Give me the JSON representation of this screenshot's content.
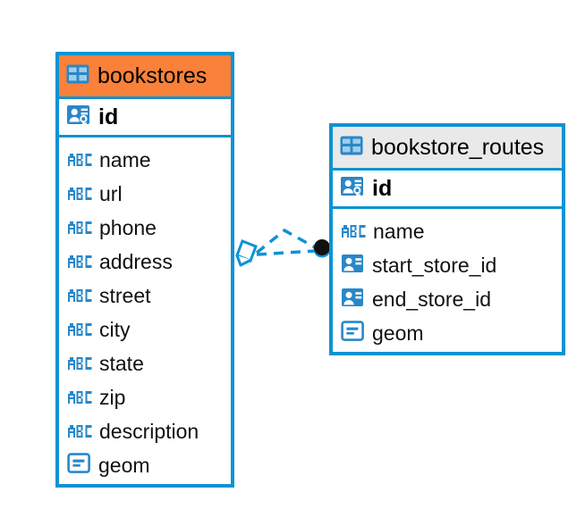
{
  "diagram": {
    "type": "entity-relationship-diagram",
    "background": "#ffffff",
    "accent_color": "#0e93d2",
    "highlight_color": "#f9813a",
    "header_grey": "#e9e9e9"
  },
  "tables": [
    {
      "name": "bookstores",
      "header_style": "orange",
      "table_icon": "table-icon",
      "primary_key": {
        "label": "id",
        "icon": "primary-key-icon"
      },
      "fields": [
        {
          "label": "name",
          "icon": "abc-icon",
          "type": "text"
        },
        {
          "label": "url",
          "icon": "abc-icon",
          "type": "text"
        },
        {
          "label": "phone",
          "icon": "abc-icon",
          "type": "text"
        },
        {
          "label": "address",
          "icon": "abc-icon",
          "type": "text"
        },
        {
          "label": "street",
          "icon": "abc-icon",
          "type": "text"
        },
        {
          "label": "city",
          "icon": "abc-icon",
          "type": "text"
        },
        {
          "label": "state",
          "icon": "abc-icon",
          "type": "text"
        },
        {
          "label": "zip",
          "icon": "abc-icon",
          "type": "text"
        },
        {
          "label": "description",
          "icon": "abc-icon",
          "type": "text"
        },
        {
          "label": "geom",
          "icon": "geometry-icon",
          "type": "geometry"
        }
      ]
    },
    {
      "name": "bookstore_routes",
      "header_style": "grey",
      "table_icon": "table-icon",
      "primary_key": {
        "label": "id",
        "icon": "primary-key-icon"
      },
      "fields": [
        {
          "label": "name",
          "icon": "abc-icon",
          "type": "text"
        },
        {
          "label": "start_store_id",
          "icon": "foreign-key-icon",
          "type": "reference"
        },
        {
          "label": "end_store_id",
          "icon": "foreign-key-icon",
          "type": "reference"
        },
        {
          "label": "geom",
          "icon": "geometry-icon",
          "type": "geometry"
        }
      ]
    }
  ],
  "relationship": {
    "style": "dashed",
    "color": "#0e93d2",
    "source_endpoint": "diamond-endpoint",
    "target_endpoint": "filled-circle-endpoint",
    "cardinality": "crows-foot"
  }
}
